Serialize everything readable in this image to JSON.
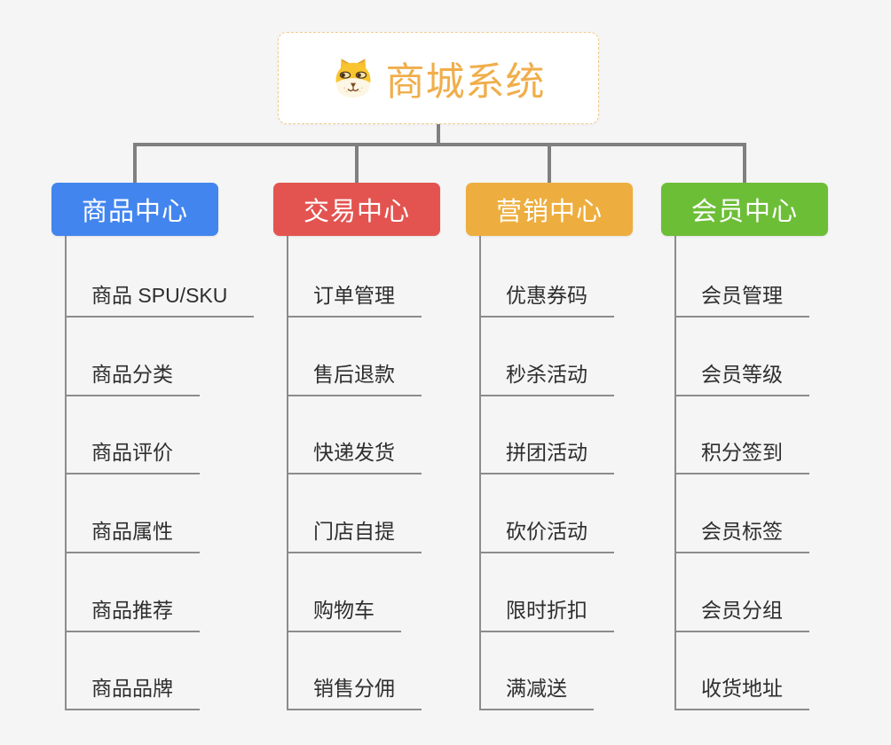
{
  "root": {
    "title": "商城系统",
    "icon": "dog-face",
    "accent_color": "#F0AE4B",
    "border_color": "#F2C98E"
  },
  "branches": [
    {
      "label": "商品中心",
      "color": "#4285EE",
      "children": [
        "商品 SPU/SKU",
        "商品分类",
        "商品评价",
        "商品属性",
        "商品推荐",
        "商品品牌"
      ]
    },
    {
      "label": "交易中心",
      "color": "#E35450",
      "children": [
        "订单管理",
        "售后退款",
        "快递发货",
        "门店自提",
        "购物车",
        "销售分佣"
      ]
    },
    {
      "label": "营销中心",
      "color": "#EDAE3F",
      "children": [
        "优惠券码",
        "秒杀活动",
        "拼团活动",
        "砍价活动",
        "限时折扣",
        "满减送"
      ]
    },
    {
      "label": "会员中心",
      "color": "#6DBE37",
      "children": [
        "会员管理",
        "会员等级",
        "积分签到",
        "会员标签",
        "会员分组",
        "收货地址"
      ]
    }
  ],
  "connector_color": "#808080",
  "leaf_line_color": "#8C8C8C",
  "background_color": "#F5F5F5"
}
